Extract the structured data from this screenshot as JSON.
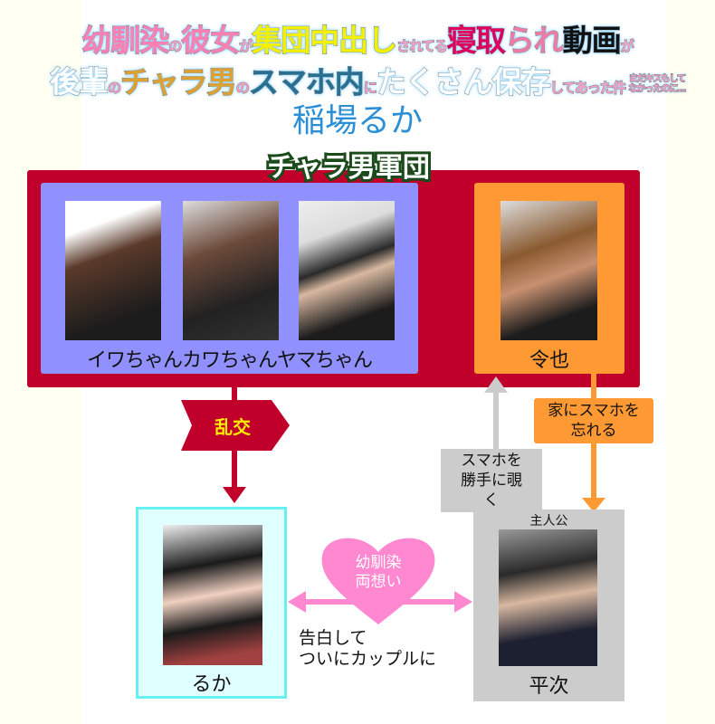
{
  "title": {
    "line1": [
      {
        "t": "幼馴染",
        "c": "#ff7fb0",
        "s": "big"
      },
      {
        "t": "の",
        "c": "#ff9fc0",
        "s": "small"
      },
      {
        "t": "彼女",
        "c": "#ff7fb0",
        "s": "big"
      },
      {
        "t": "が",
        "c": "#ff9fc0",
        "s": "small"
      },
      {
        "t": "集団中出し",
        "c": "#f5f000",
        "s": "big"
      },
      {
        "t": "されてる",
        "c": "#ff9fc0",
        "s": "small"
      },
      {
        "t": "寝取",
        "c": "#e0005a",
        "s": "big"
      },
      {
        "t": "られ",
        "c": "#f07aa0",
        "s": "big"
      },
      {
        "t": "動画",
        "c": "#111111",
        "s": "big"
      },
      {
        "t": "が",
        "c": "#ff9fc0",
        "s": "small"
      }
    ],
    "line2": [
      {
        "t": "後輩",
        "c": "#ffffff",
        "s": "big"
      },
      {
        "t": "の",
        "c": "#ff9fc0",
        "s": "small"
      },
      {
        "t": "チャラ男",
        "c": "#e0a030",
        "s": "big"
      },
      {
        "t": "の",
        "c": "#ff9fc0",
        "s": "small"
      },
      {
        "t": "スマホ内",
        "c": "#2a6f8f",
        "s": "big"
      },
      {
        "t": "に",
        "c": "#ff9fc0",
        "s": "small"
      },
      {
        "t": "たくさん保存",
        "c": "#ffffff",
        "s": "big"
      },
      {
        "t": "してあった件",
        "c": "#ff9fc0",
        "s": "small"
      },
      {
        "t": "まだキスもしてなかったのに…",
        "c": "#ff9fc0",
        "s": "tiny"
      }
    ],
    "actress": "稲場るか"
  },
  "group": {
    "title": "チャラ男軍団",
    "members": [
      "イワちゃん",
      "カワちゃん",
      "ヤマちゃん"
    ],
    "leader": "令也"
  },
  "arrows": {
    "orgy": "乱交",
    "peek": "スマホを勝手に覗く",
    "forget": "家にスマホを忘れる"
  },
  "heroine": "るか",
  "hero": {
    "role": "主人公",
    "name": "平次"
  },
  "relation": {
    "heart": "幼馴染両想い",
    "note": "告白して ついにカップルに"
  },
  "colors": {
    "red": "#c0002a",
    "blue": "#9090ff",
    "orange": "#ff9933",
    "gray": "#cccccc",
    "cyan": "#66f0f0",
    "pink": "#ff88d0"
  }
}
